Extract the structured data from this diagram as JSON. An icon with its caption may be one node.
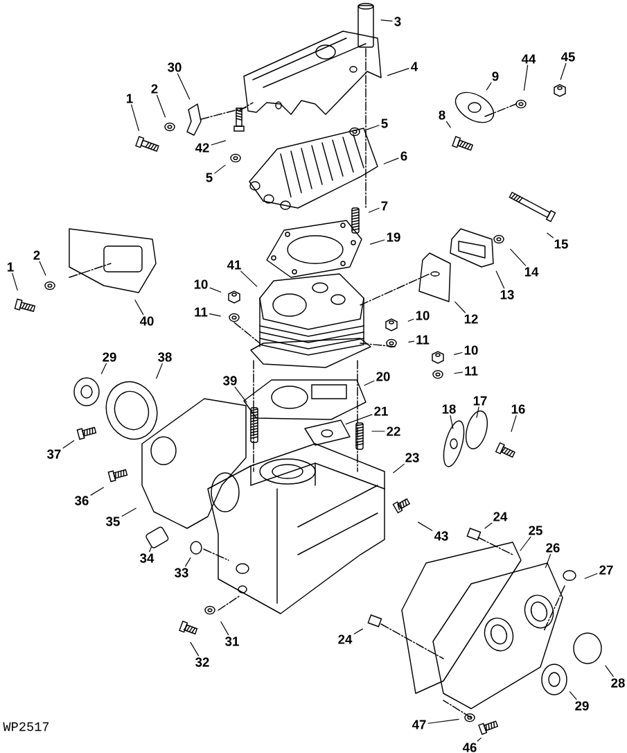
{
  "diagram": {
    "nodes": [
      {
        "text": [
          "3"
        ]
      },
      {
        "text": [
          "30"
        ]
      },
      {
        "text": [
          "4"
        ]
      },
      {
        "text": [
          "44"
        ]
      },
      {
        "text": [
          "45"
        ]
      },
      {
        "text": [
          "2"
        ]
      },
      {
        "text": [
          "1"
        ]
      },
      {
        "text": [
          "9"
        ]
      },
      {
        "text": [
          "8"
        ]
      },
      {
        "text": [
          "5"
        ]
      },
      {
        "text": [
          "42"
        ]
      },
      {
        "text": [
          "6"
        ]
      },
      {
        "text": [
          "5"
        ]
      },
      {
        "text": [
          "7"
        ]
      },
      {
        "text": [
          "19"
        ]
      },
      {
        "text": [
          "15"
        ]
      },
      {
        "text": [
          "2"
        ]
      },
      {
        "text": [
          "1"
        ]
      },
      {
        "text": [
          "41"
        ]
      },
      {
        "text": [
          "14"
        ]
      },
      {
        "text": [
          "10"
        ]
      },
      {
        "text": [
          "13"
        ]
      },
      {
        "text": [
          "11"
        ]
      },
      {
        "text": [
          "12"
        ]
      },
      {
        "text": [
          "40"
        ]
      },
      {
        "text": [
          "10"
        ]
      },
      {
        "text": [
          "11"
        ]
      },
      {
        "text": [
          "10"
        ]
      },
      {
        "text": [
          "11"
        ]
      },
      {
        "text": [
          "29"
        ]
      },
      {
        "text": [
          "38"
        ]
      },
      {
        "text": [
          "39"
        ]
      },
      {
        "text": [
          "20"
        ]
      },
      {
        "text": [
          "17"
        ]
      },
      {
        "text": [
          "18"
        ]
      },
      {
        "text": [
          "16"
        ]
      },
      {
        "text": [
          "21"
        ]
      },
      {
        "text": [
          "22"
        ]
      },
      {
        "text": [
          "37"
        ]
      },
      {
        "text": [
          "23"
        ]
      },
      {
        "text": [
          "36"
        ]
      },
      {
        "text": [
          "35"
        ]
      },
      {
        "text": [
          "24"
        ]
      },
      {
        "text": [
          "43"
        ]
      },
      {
        "text": [
          "25"
        ]
      },
      {
        "text": [
          "26"
        ]
      },
      {
        "text": [
          "34"
        ]
      },
      {
        "text": [
          "33"
        ]
      },
      {
        "text": [
          "27"
        ]
      },
      {
        "text": [
          "31"
        ]
      },
      {
        "text": [
          "24"
        ]
      },
      {
        "text": [
          "32"
        ]
      },
      {
        "text": [
          "28"
        ]
      },
      {
        "text": [
          "29"
        ]
      },
      {
        "text": [
          "47"
        ]
      },
      {
        "text": [
          "46"
        ]
      }
    ],
    "edges": [
      {
        "from": 0,
        "to": null,
        "arrow": "none"
      },
      {
        "from": 1,
        "to": null,
        "arrow": "none"
      },
      {
        "from": 2,
        "to": null,
        "arrow": "none"
      },
      {
        "from": 3,
        "to": null,
        "arrow": "none"
      },
      {
        "from": 4,
        "to": null,
        "arrow": "none"
      },
      {
        "from": 5,
        "to": null,
        "arrow": "none"
      },
      {
        "from": 6,
        "to": null,
        "arrow": "none"
      },
      {
        "from": 7,
        "to": null,
        "arrow": "none"
      },
      {
        "from": 8,
        "to": null,
        "arrow": "none"
      },
      {
        "from": 9,
        "to": null,
        "arrow": "none"
      },
      {
        "from": 10,
        "to": null,
        "arrow": "none"
      },
      {
        "from": 11,
        "to": null,
        "arrow": "none"
      },
      {
        "from": 12,
        "to": null,
        "arrow": "none"
      },
      {
        "from": 13,
        "to": null,
        "arrow": "none"
      },
      {
        "from": 14,
        "to": null,
        "arrow": "none"
      },
      {
        "from": 15,
        "to": null,
        "arrow": "none"
      },
      {
        "from": 16,
        "to": null,
        "arrow": "none"
      },
      {
        "from": 17,
        "to": null,
        "arrow": "none"
      },
      {
        "from": 18,
        "to": null,
        "arrow": "none"
      },
      {
        "from": 19,
        "to": null,
        "arrow": "none"
      },
      {
        "from": 20,
        "to": null,
        "arrow": "none"
      },
      {
        "from": 21,
        "to": null,
        "arrow": "none"
      },
      {
        "from": 22,
        "to": null,
        "arrow": "none"
      },
      {
        "from": 23,
        "to": null,
        "arrow": "none"
      },
      {
        "from": 24,
        "to": null,
        "arrow": "none"
      },
      {
        "from": 25,
        "to": null,
        "arrow": "none"
      },
      {
        "from": 26,
        "to": null,
        "arrow": "none"
      },
      {
        "from": 27,
        "to": null,
        "arrow": "none"
      },
      {
        "from": 28,
        "to": null,
        "arrow": "none"
      },
      {
        "from": 29,
        "to": null,
        "arrow": "none"
      },
      {
        "from": 30,
        "to": null,
        "arrow": "none"
      },
      {
        "from": 31,
        "to": null,
        "arrow": "none"
      },
      {
        "from": 32,
        "to": null,
        "arrow": "none"
      },
      {
        "from": 33,
        "to": null,
        "arrow": "none"
      },
      {
        "from": 34,
        "to": null,
        "arrow": "none"
      },
      {
        "from": 35,
        "to": null,
        "arrow": "none"
      },
      {
        "from": 36,
        "to": null,
        "arrow": "none"
      },
      {
        "from": 37,
        "to": null,
        "arrow": "none"
      },
      {
        "from": 38,
        "to": null,
        "arrow": "none"
      },
      {
        "from": 39,
        "to": null,
        "arrow": "none"
      },
      {
        "from": 40,
        "to": null,
        "arrow": "none"
      },
      {
        "from": 41,
        "to": null,
        "arrow": "none"
      },
      {
        "from": 42,
        "to": null,
        "arrow": "none"
      },
      {
        "from": 43,
        "to": null,
        "arrow": "none"
      },
      {
        "from": 44,
        "to": null,
        "arrow": "none"
      },
      {
        "from": 45,
        "to": null,
        "arrow": "none"
      },
      {
        "from": 46,
        "to": null,
        "arrow": "none"
      },
      {
        "from": 47,
        "to": null,
        "arrow": "none"
      },
      {
        "from": 48,
        "to": null,
        "arrow": "none"
      },
      {
        "from": 49,
        "to": null,
        "arrow": "none"
      },
      {
        "from": 50,
        "to": null,
        "arrow": "none"
      },
      {
        "from": 51,
        "to": null,
        "arrow": "none"
      },
      {
        "from": 52,
        "to": null,
        "arrow": "none"
      },
      {
        "from": 53,
        "to": null,
        "arrow": "none"
      },
      {
        "from": 54,
        "to": null,
        "arrow": "none"
      },
      {
        "from": 55,
        "to": null,
        "arrow": "none"
      }
    ],
    "labels": [
      "WP2517"
    ]
  }
}
